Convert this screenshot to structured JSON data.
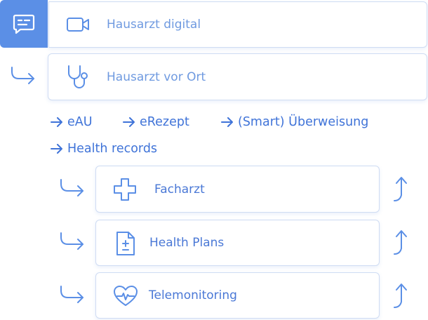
{
  "cards": {
    "digital": {
      "label": "Hausarzt digital",
      "icon": "video-camera-icon"
    },
    "vor_ort": {
      "label": "Hausarzt vor Ort",
      "icon": "stethoscope-icon"
    },
    "facharzt": {
      "label": "Facharzt",
      "icon": "medical-cross-icon"
    },
    "health_plans": {
      "label": "Health Plans",
      "icon": "document-plus-minus-icon"
    },
    "telemonitoring": {
      "label": "Telemonitoring",
      "icon": "heart-pulse-icon"
    }
  },
  "links": {
    "eau": "eAU",
    "erezept": "eRezept",
    "ueberweisung": "(Smart) Überweisung",
    "health_records": "Health records"
  },
  "chat_icon": "chat-icon",
  "colors": {
    "accent": "#5b8fe6",
    "text": "#4a78d6",
    "light_text": "#6f9ae0",
    "border": "#cfdcf3"
  }
}
